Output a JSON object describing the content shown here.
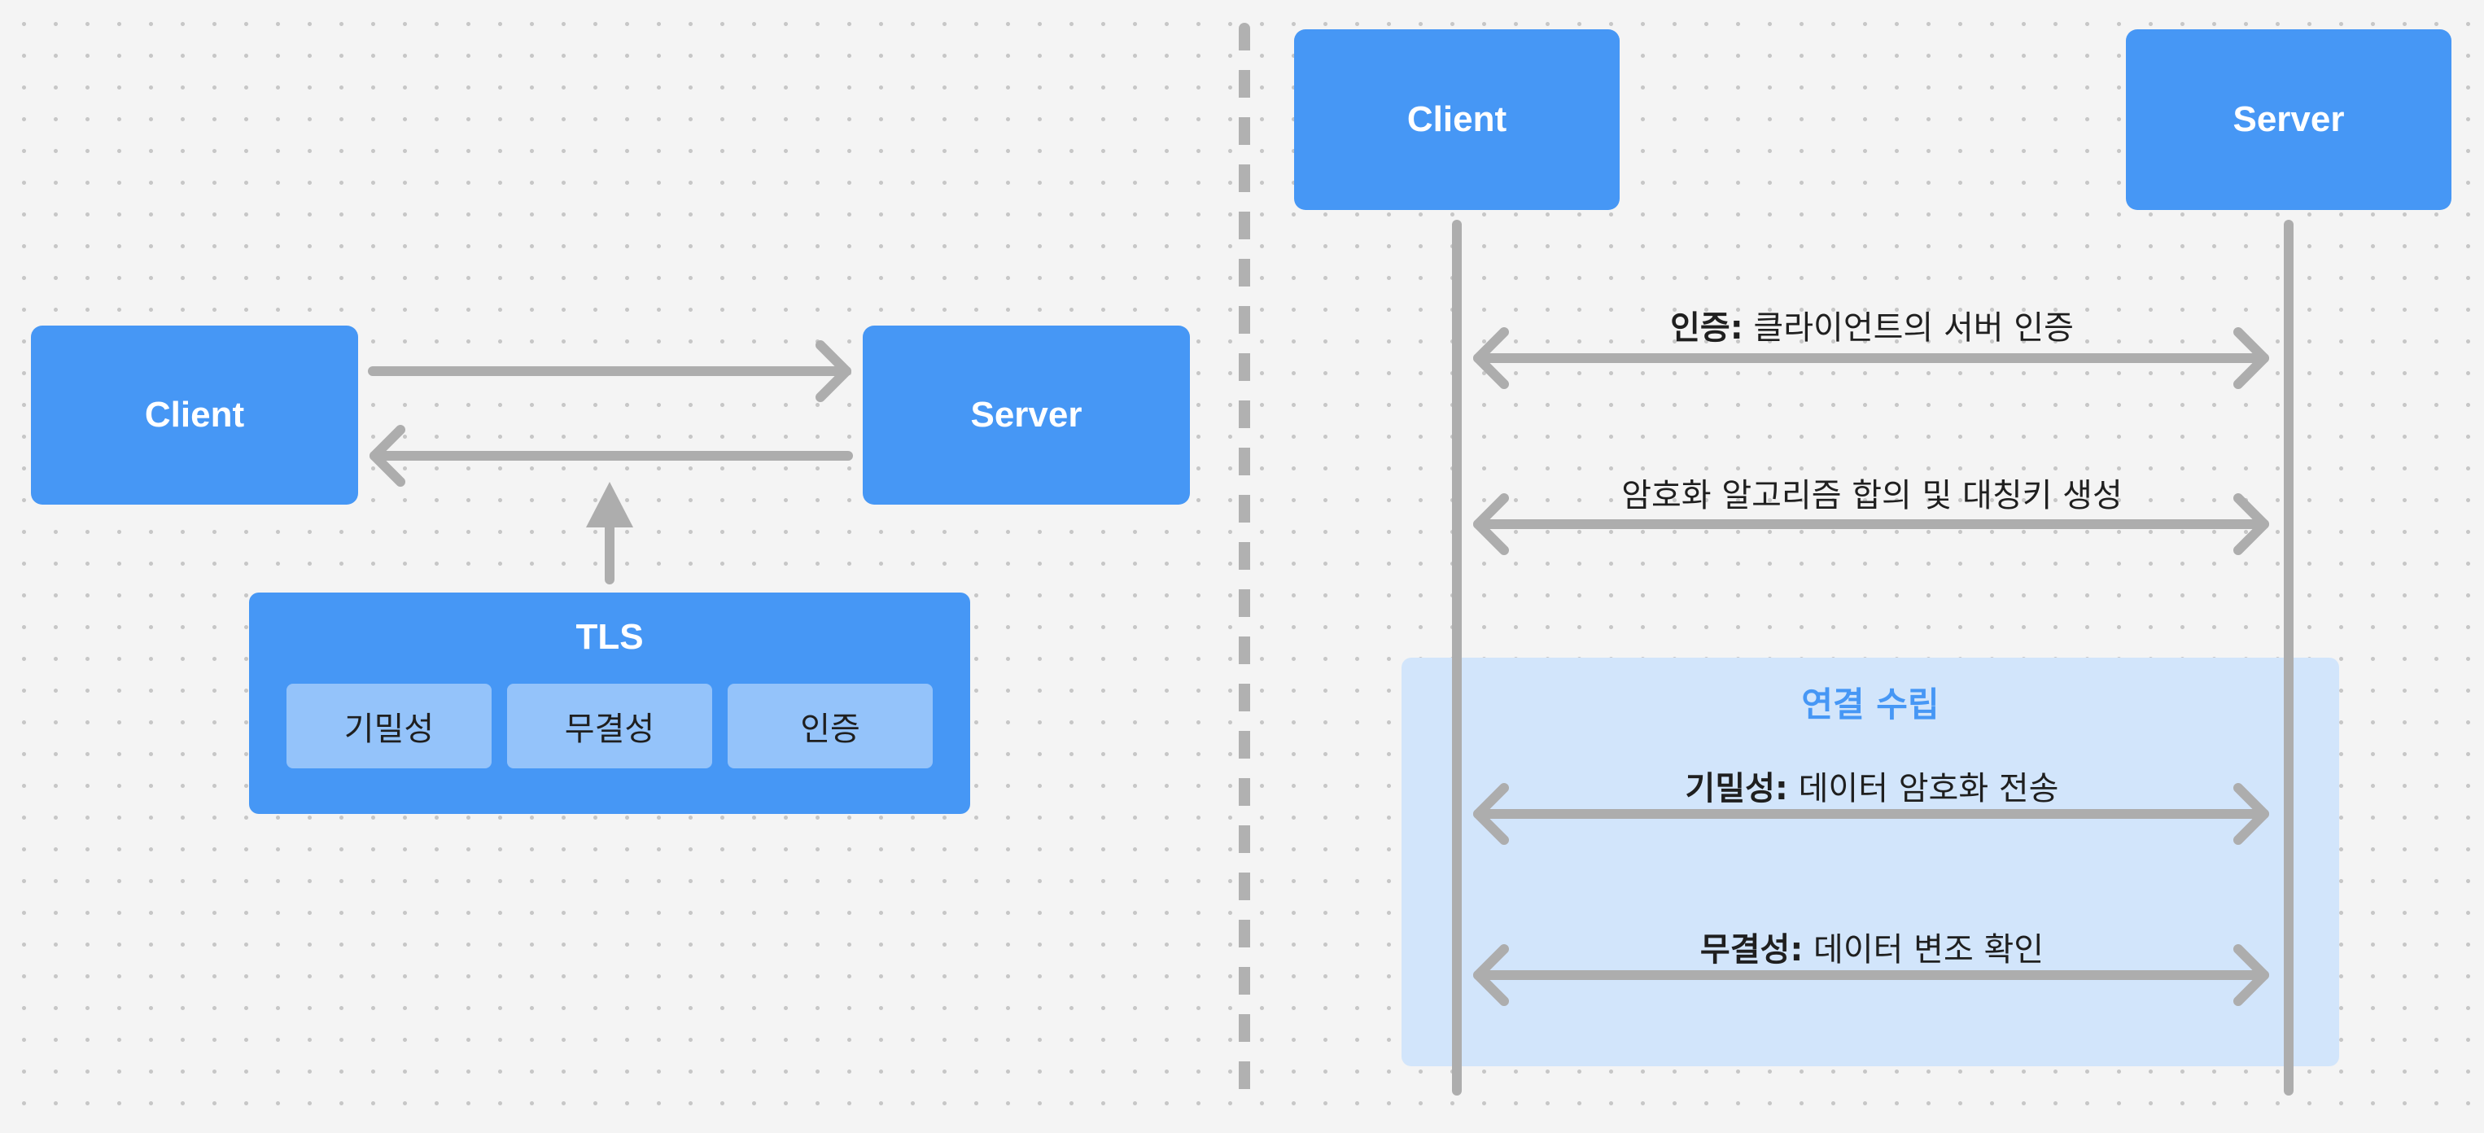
{
  "left_diagram": {
    "client_label": "Client",
    "server_label": "Server",
    "tls": {
      "title": "TLS",
      "properties": [
        "기밀성",
        "무결성",
        "인증"
      ]
    }
  },
  "right_diagram": {
    "client_label": "Client",
    "server_label": "Server",
    "messages": [
      {
        "bold": "인증:",
        "text": " 클라이언트의 서버 인증"
      },
      {
        "bold": "",
        "text": "암호화 알고리즘 합의 및 대칭키 생성"
      },
      {
        "bold": "기밀성:",
        "text": " 데이터 암호화 전송"
      },
      {
        "bold": "무결성:",
        "text": " 데이터 변조 확인"
      }
    ],
    "session": {
      "title": "연결 수립"
    }
  },
  "colors": {
    "box": "#4697f5",
    "chip": "#94c3fa",
    "session_bg": "#d2e5fb",
    "arrow": "#adadad",
    "session_title": "#4697f5"
  }
}
